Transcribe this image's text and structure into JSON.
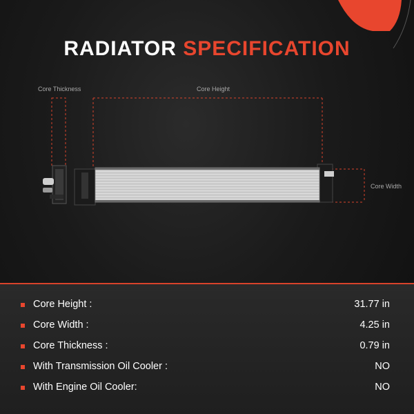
{
  "title": {
    "part1": "RADIATOR",
    "part2": "SPECIFICATION"
  },
  "dimensions": {
    "core_thickness": "Core Thickness",
    "core_height": "Core Height",
    "core_width": "Core Width"
  },
  "specs": [
    {
      "label": "Core Height :",
      "value": "31.77 in"
    },
    {
      "label": "Core Width :",
      "value": "4.25 in"
    },
    {
      "label": "Core Thickness :",
      "value": "0.79 in"
    },
    {
      "label": "With Transmission Oil Cooler :",
      "value": "NO"
    },
    {
      "label": "With Engine Oil Cooler:",
      "value": "NO"
    }
  ],
  "colors": {
    "accent": "#e8462e",
    "background": "#1a1a1a"
  }
}
